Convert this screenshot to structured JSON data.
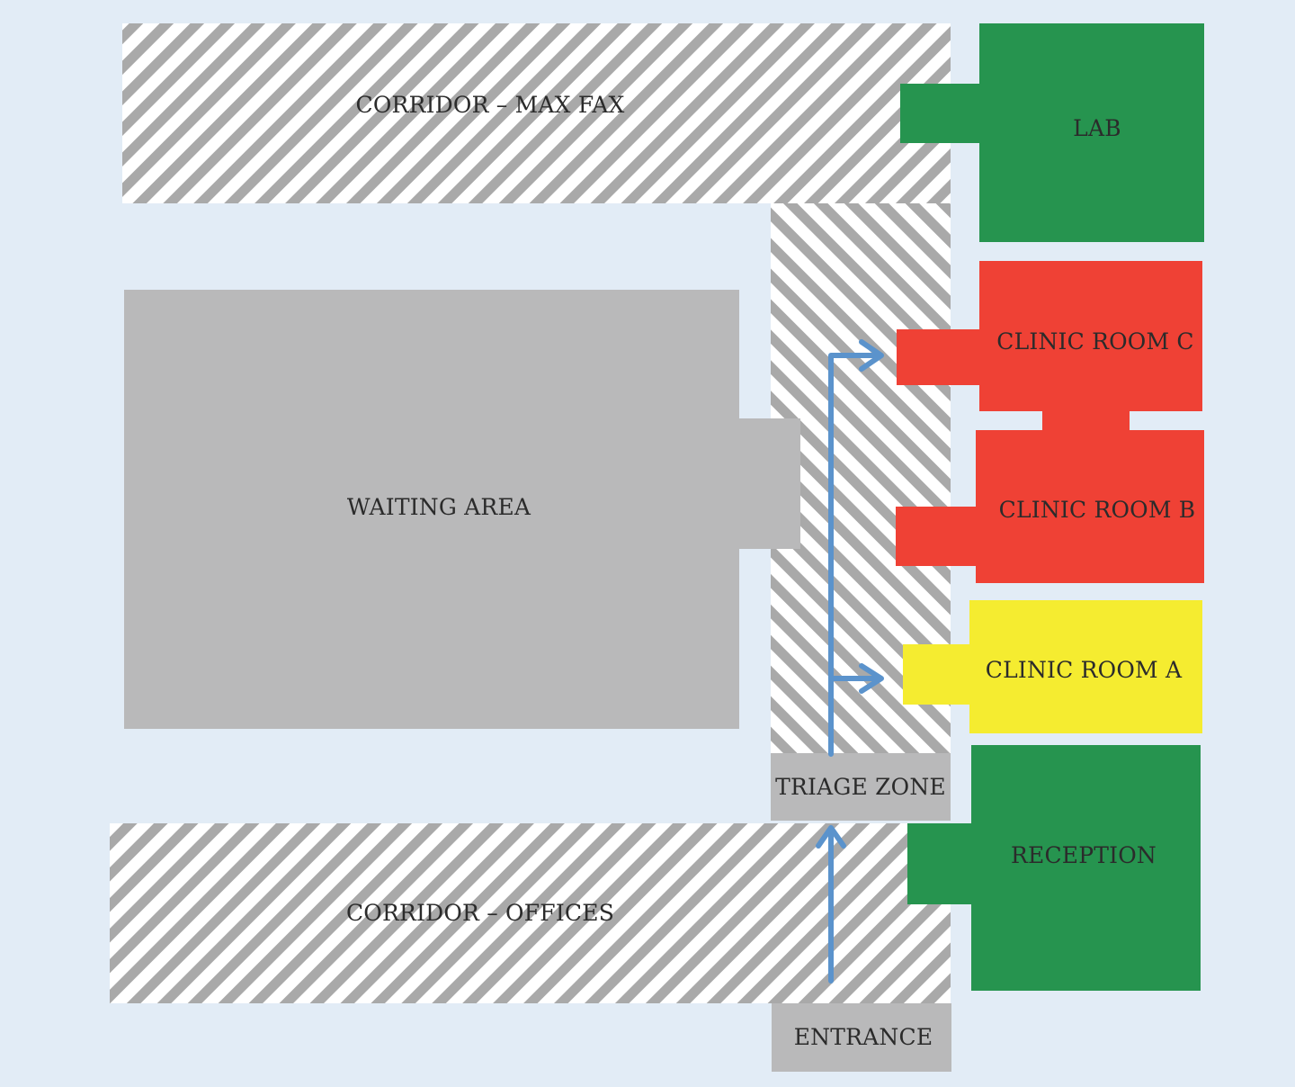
{
  "diagram": {
    "colors": {
      "background": "#e2ecf6",
      "corridor_stripe": "#a9a9a9",
      "corridor_base": "#ffffff",
      "neutral_room": "#b9b9ba",
      "green_room": "#26944f",
      "red_room": "#ef4135",
      "yellow_room": "#f5ec30",
      "route_arrow": "#5b93cc"
    },
    "labels": {
      "corridor_max_fax": "CORRIDOR – MAX FAX",
      "corridor_offices": "CORRIDOR – OFFICES",
      "waiting_area": "WAITING AREA",
      "triage_zone": "TRIAGE ZONE",
      "entrance": "ENTRANCE",
      "lab": "LAB",
      "clinic_room_c": "CLINIC ROOM C",
      "clinic_room_b": "CLINIC ROOM B",
      "clinic_room_a": "CLINIC ROOM A",
      "reception": "RECEPTION"
    }
  }
}
